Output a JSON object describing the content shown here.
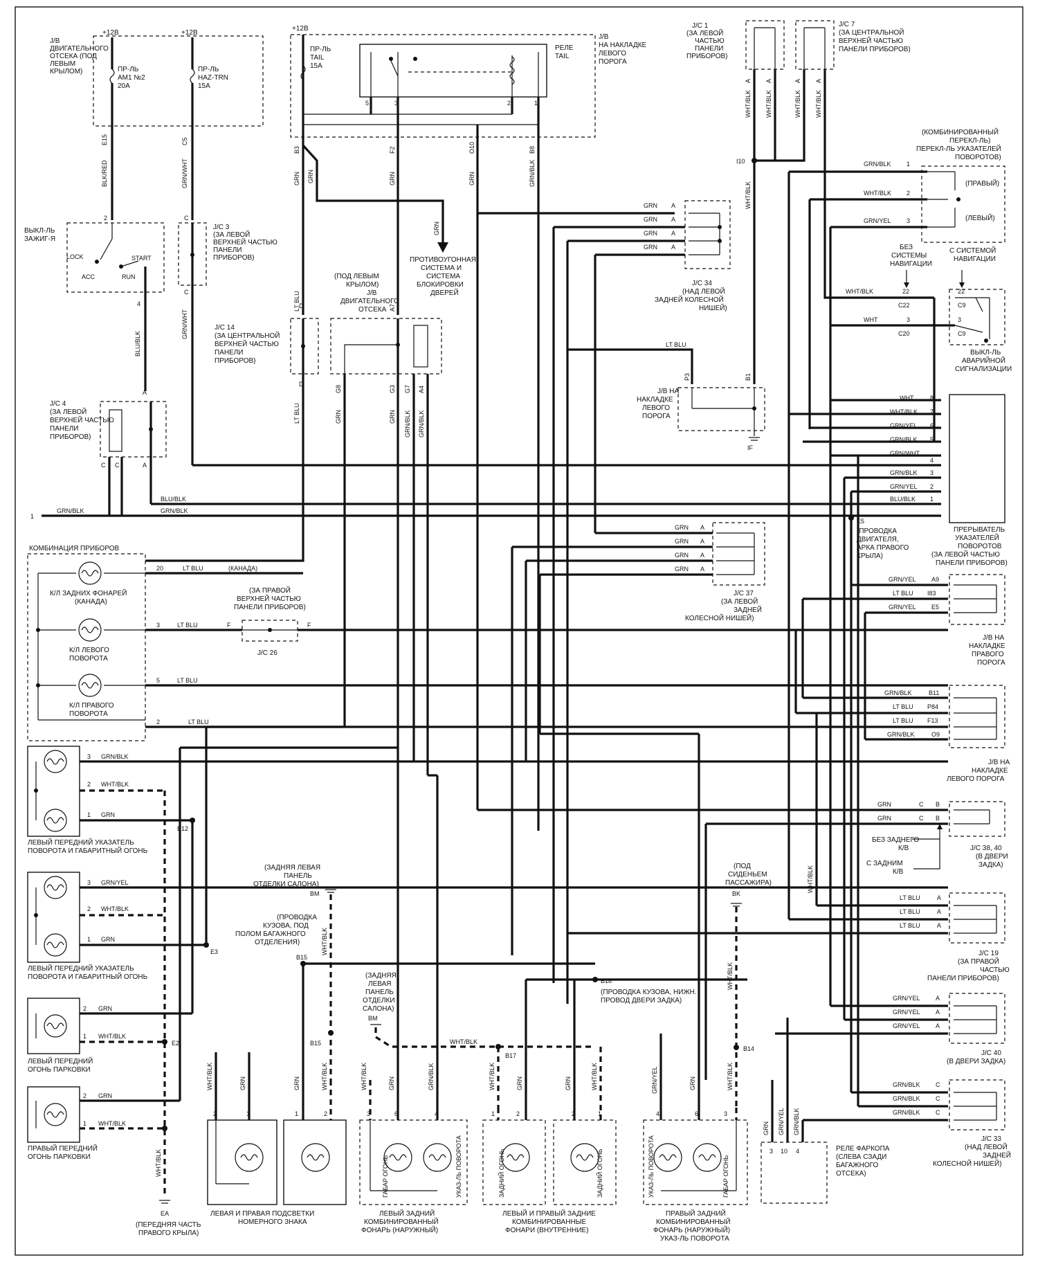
{
  "supply": "+12В",
  "jb_engine": [
    "J/B",
    "ДВИГАТЕЛЬНОГО",
    "ОТСЕКА (ПОД",
    "ЛЕВЫМ",
    "КРЫЛОМ)"
  ],
  "fuse_am1": [
    "ПР-ЛЬ",
    "AM1 №2",
    "20A"
  ],
  "fuse_haz": [
    "ПР-ЛЬ",
    "HAZ-TRN",
    "15A"
  ],
  "fuse_tail": [
    "ПР-ЛЬ",
    "TAIL",
    "15A"
  ],
  "relay_tail": [
    "РЕЛЕ",
    "TAIL"
  ],
  "jb_left_sill": [
    "J/B",
    "НА НАКЛАДКЕ",
    "ЛЕВОГО",
    "ПОРОГА"
  ],
  "jc1": [
    "J/C 1",
    "(ЗА ЛЕВОЙ",
    "ЧАСТЬЮ",
    "ПАНЕЛИ",
    "ПРИБОРОВ)"
  ],
  "jc7": [
    "J/C 7",
    "(ЗА ЦЕНТРАЛЬНОЙ",
    "ВЕРХНЕЙ ЧАСТЬЮ",
    "ПАНЕЛИ ПРИБОРОВ)"
  ],
  "combo_switch": [
    "(КОМБИНИРОВАННЫЙ",
    "ПЕРЕКЛ-ЛЬ)",
    "ПЕРЕКЛ-ЛЬ УКАЗАТЕЛЕЙ",
    "ПОВОРОТОВ)"
  ],
  "right_label": "(ПРАВЫЙ)",
  "left_label": "(ЛЕВЫЙ)",
  "ignition": [
    "ВЫКЛ-ЛЬ",
    "ЗАЖИГ-Я"
  ],
  "ign_pos": {
    "lock": "LOCK",
    "acc": "ACC",
    "start": "START",
    "run": "RUN"
  },
  "jc3": [
    "J/C 3",
    "(ЗА ЛЕВОЙ",
    "ВЕРХНЕЙ ЧАСТЬЮ",
    "ПАНЕЛИ",
    "ПРИБОРОВ)"
  ],
  "antitheft": [
    "ПРОТИВОУГОННАЯ",
    "СИСТЕМА И",
    "СИСТЕМА",
    "БЛОКИРОВКИ",
    "ДВЕРЕЙ"
  ],
  "jc34": [
    "J/C 34",
    "(НАД ЛЕВОЙ",
    "ЗАДНЕЙ КОЛЕСНОЙ",
    "НИШЕЙ)"
  ],
  "nav_without": [
    "БЕЗ",
    "СИСТЕМЫ",
    "НАВИГАЦИИ"
  ],
  "nav_with": [
    "С СИСТЕМОЙ",
    "НАВИГАЦИИ"
  ],
  "hazard_switch": [
    "ВЫКЛ-ЛЬ",
    "АВАРИЙНОЙ",
    "СИГНАЛИЗАЦИИ"
  ],
  "jc14": [
    "J/C 14",
    "(ЗА ЦЕНТРАЛЬНОЙ",
    "ВЕРХНЕЙ ЧАСТЬЮ",
    "ПАНЕЛИ",
    "ПРИБОРОВ)"
  ],
  "jb_engine2": [
    "(ПОД ЛЕВЫМ",
    "КРЫЛОМ)",
    "J/B",
    "ДВИГАТЕЛЬНОГО",
    "ОТСЕКА"
  ],
  "jb_left_sill2": [
    "J/B НА",
    "НАКЛАДКЕ",
    "ЛЕВОГО",
    "ПОРОГА"
  ],
  "jc4": [
    "J/C 4",
    "(ЗА ЛЕВОЙ",
    "ВЕРХНЕЙ ЧАСТЬЮ",
    "ПАНЕЛИ",
    "ПРИБОРОВ)"
  ],
  "flasher": [
    "ПРЕРЫВАТЕЛЬ",
    "УКАЗАТЕЛЕЙ",
    "ПОВОРОТОВ",
    "(ЗА ЛЕВОЙ ЧАСТЬЮ",
    "ПАНЕЛИ ПРИБОРОВ)"
  ],
  "e5_note": [
    "(ПРОВОДКА",
    "ДВИГАТЕЛЯ,",
    "АРКА ПРАВОГО",
    "КРЫЛА)"
  ],
  "cluster": "КОМБИНАЦИЯ ПРИБОРОВ",
  "cluster_lamps": [
    [
      "К/Л ЗАДНИХ ФОНАРЕЙ",
      "(КАНАДА)"
    ],
    [
      "К/Л ЛЕВОГО",
      "ПОВОРОТА"
    ],
    [
      "К/Л ПРАВОГО",
      "ПОВОРОТА"
    ]
  ],
  "canada": "(КАНАДА)",
  "jc26_note": [
    "(ЗА ПРАВОЙ",
    "ВЕРХНЕЙ ЧАСТЬЮ",
    "ПАНЕЛИ ПРИБОРОВ)"
  ],
  "jc26": "J/C 26",
  "jc37": [
    "J/C 37",
    "(ЗА ЛЕВОЙ",
    "ЗАДНЕЙ",
    "КОЛЕСНОЙ НИШЕЙ)"
  ],
  "jb_right_sill": [
    "J/B НА",
    "НАКЛАДКЕ",
    "ПРАВОГО",
    "ПОРОГА"
  ],
  "jb_left_sill3": [
    "J/B НА",
    "НАКЛАДКЕ",
    "ЛЕВОГО ПОРОГА"
  ],
  "jc38": [
    "J/C 38, 40",
    "(В ДВЕРИ",
    "ЗАДКА)"
  ],
  "no_rear_wiper": [
    "БЕЗ ЗАДНЕГО",
    "К/В"
  ],
  "with_rear_wiper": [
    "С ЗАДНИМ",
    "К/В"
  ],
  "jc19": [
    "J/C 19",
    "(ЗА ПРАВОЙ",
    "ЧАСТЬЮ",
    "ПАНЕЛИ ПРИБОРОВ)"
  ],
  "jc40": [
    "J/C 40",
    "(В ДВЕРИ ЗАДКА)"
  ],
  "jc33": [
    "J/C 33",
    "(НАД ЛЕВОЙ",
    "ЗАДНЕЙ",
    "КОЛЕСНОЙ НИШЕЙ)"
  ],
  "tow_relay": [
    "РЕЛЕ ФАРКОПА",
    "(СЛЕВА СЗАДИ",
    "БАГАЖНОГО",
    "ОТСЕКА)"
  ],
  "front_left_lamp": [
    "ЛЕВЫЙ ПЕРЕДНИЙ УКАЗАТЕЛЬ",
    "ПОВОРОТА И ГАБАРИТНЫЙ ОГОНЬ"
  ],
  "front_right_lamp": [
    "ЛЕВЫЙ ПЕРЕДНИЙ УКАЗАТЕЛЬ",
    "ПОВОРОТА И ГАБАРИТНЫЙ ОГОНЬ"
  ],
  "left_parking": [
    "ЛЕВЫЙ ПЕРЕДНИЙ",
    "ОГОНЬ ПАРКОВКИ"
  ],
  "right_parking": [
    "ПРАВЫЙ ПЕРЕДНИЙ",
    "ОГОНЬ ПАРКОВКИ"
  ],
  "ea_note": [
    "(ПЕРЕДНЯЯ ЧАСТЬ",
    "ПРАВОГО КРЫЛА)"
  ],
  "bm_note": [
    "(ЗАДНЯЯ ЛЕВАЯ",
    "ПАНЕЛЬ",
    "ОТДЕЛКИ САЛОНА)"
  ],
  "b15_note": [
    "(ПРОВОДКА",
    "КУЗОВА, ПОД",
    "ПОЛОМ БАГАЖНОГО",
    "ОТДЕЛЕНИЯ)"
  ],
  "bm2_note": [
    "(ЗАДНЯЯ",
    "ЛЕВАЯ",
    "ПАНЕЛЬ",
    "ОТДЕЛКИ",
    "САЛОНА)"
  ],
  "b18_note": [
    "(ПРОВОДКА КУЗОВА, НИЖН.",
    "ПРОВОД ДВЕРИ ЗАДКА)"
  ],
  "bk_note": [
    "(ПОД",
    "СИДЕНЬЕМ",
    "ПАССАЖИРА)"
  ],
  "license": [
    "ЛЕВАЯ И ПРАВАЯ ПОДСВЕТКИ",
    "НОМЕРНОГО ЗНАКА"
  ],
  "rear_left": [
    "ЛЕВЫЙ ЗАДНИЙ",
    "КОМБИНИРОВАННЫЙ",
    "ФОНАРЬ (НАРУЖНЫЙ)"
  ],
  "rear_inner": [
    "ЛЕВЫЙ И ПРАВЫЙ ЗАДНИЕ",
    "КОМБИНИРОВАННЫЕ",
    "ФОНАРИ (ВНУТРЕННИЕ)"
  ],
  "rear_right": [
    "ПРАВЫЙ ЗАДНИЙ",
    "КОМБИНИРОВАННЫЙ",
    "ФОНАРЬ (НАРУЖНЫЙ)",
    "УКАЗ-ЛЬ ПОВОРОТА"
  ],
  "bulb_labels": {
    "gabar": "ГАБАР ОГОНЬ",
    "turn": "УКАЗ-ЛЬ ПОВОРОТА",
    "tail": "ЗАДНИЙ ОГОНЬ"
  },
  "wires": {
    "blk_red": "BLK/RED",
    "grn_wht": "GRN/WHT",
    "blu_blk": "BLU/BLK",
    "grn_blk": "GRN/BLK",
    "grn": "GRN",
    "lt_blu": "LT BLU",
    "wht_blk": "WHT/BLK",
    "grn_yel": "GRN/YEL",
    "wht": "WHT"
  },
  "flasher_pins": [
    {
      "w": "WHT",
      "n": "8"
    },
    {
      "w": "WHT/BLK",
      "n": "7"
    },
    {
      "w": "GRN/YEL",
      "n": "6"
    },
    {
      "w": "GRN/BLK",
      "n": "5"
    },
    {
      "w": "GRN/WHT",
      "n": "4"
    },
    {
      "w": "GRN/BLK",
      "n": "3"
    },
    {
      "w": "GRN/YEL",
      "n": "2"
    },
    {
      "w": "BLU/BLK",
      "n": "1"
    }
  ],
  "jb_rs_pins": [
    {
      "w": "GRN/YEL",
      "n": "A9"
    },
    {
      "w": "LT BLU",
      "n": "I83"
    },
    {
      "w": "GRN/YEL",
      "n": "E5"
    }
  ],
  "jb_ls_pins": [
    {
      "w": "GRN/BLK",
      "n": "B11"
    },
    {
      "w": "LT BLU",
      "n": "P84"
    },
    {
      "w": "LT BLU",
      "n": "F13"
    },
    {
      "w": "GRN/BLK",
      "n": "O9"
    }
  ],
  "pins": {
    "e15": "E15",
    "c5": "C5",
    "b3": "B3",
    "f2": "F2",
    "o10": "O10",
    "b8": "B8",
    "i10": "I10",
    "d": "D",
    "a7": "A7",
    "g8": "G8",
    "g3": "G3",
    "g7": "G7",
    "a4": "A4",
    "p3": "P3",
    "b1": "B1",
    "if": "IF",
    "c22": "C22",
    "c9": "C9",
    "c20": "C20",
    "e12": "E12",
    "e3": "E3",
    "e2": "E2",
    "ea": "EA",
    "bm": "BM",
    "b15": "B15",
    "b17": "B17",
    "b18": "B18",
    "bk": "BK",
    "b14": "B14",
    "e5": "E5",
    "a": "A",
    "b": "B",
    "c": "C",
    "f": "F",
    "n1": "1",
    "n2": "2",
    "n3": "3",
    "n4": "4",
    "n5": "5",
    "n6": "6",
    "n10": "10",
    "n20": "20",
    "n22": "22"
  }
}
